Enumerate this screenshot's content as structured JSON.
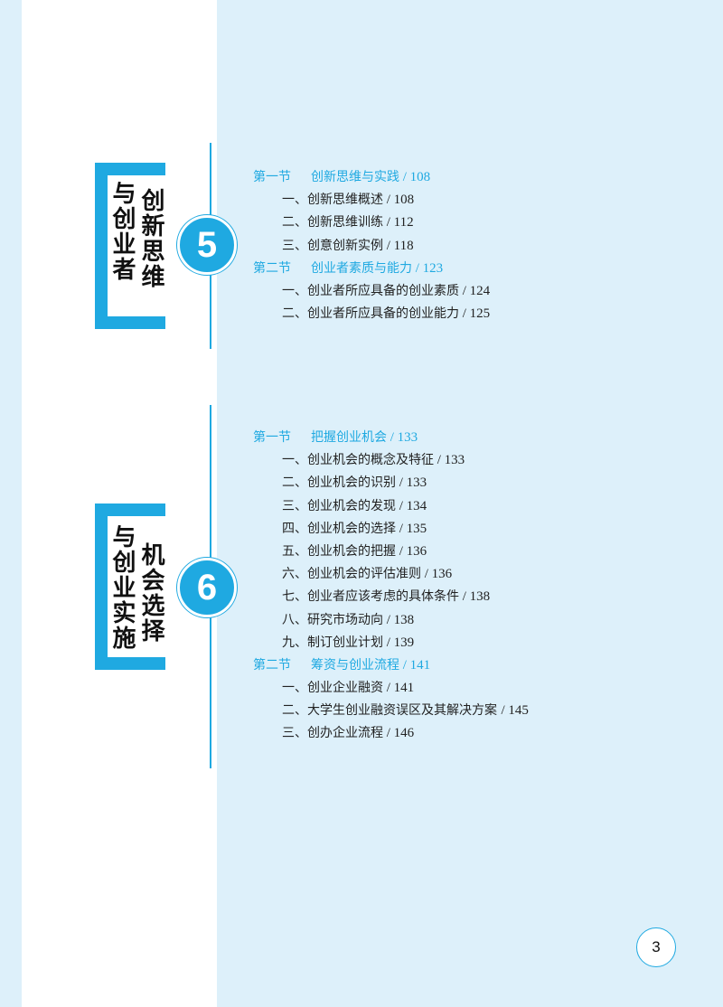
{
  "chapters": [
    {
      "number": "5",
      "title_line1": "创新思维",
      "title_line2": "与创业者",
      "sections": [
        {
          "label": "第一节",
          "title": "创新思维与实践",
          "page": "108",
          "items": [
            {
              "title": "一、创新思维概述",
              "page": "108"
            },
            {
              "title": "二、创新思维训练",
              "page": "112"
            },
            {
              "title": "三、创意创新实例",
              "page": "118"
            }
          ]
        },
        {
          "label": "第二节",
          "title": "创业者素质与能力",
          "page": "123",
          "items": [
            {
              "title": "一、创业者所应具备的创业素质",
              "page": "124"
            },
            {
              "title": "二、创业者所应具备的创业能力",
              "page": "125"
            }
          ]
        }
      ]
    },
    {
      "number": "6",
      "title_line1": "机会选择",
      "title_line2": "与创业实施",
      "sections": [
        {
          "label": "第一节",
          "title": "把握创业机会",
          "page": "133",
          "items": [
            {
              "title": "一、创业机会的概念及特征",
              "page": "133"
            },
            {
              "title": "二、创业机会的识别",
              "page": "133"
            },
            {
              "title": "三、创业机会的发现",
              "page": "134"
            },
            {
              "title": "四、创业机会的选择",
              "page": "135"
            },
            {
              "title": "五、创业机会的把握",
              "page": "136"
            },
            {
              "title": "六、创业机会的评估准则",
              "page": "136"
            },
            {
              "title": "七、创业者应该考虑的具体条件",
              "page": "138"
            },
            {
              "title": "八、研究市场动向",
              "page": "138"
            },
            {
              "title": "九、制订创业计划",
              "page": "139"
            }
          ]
        },
        {
          "label": "第二节",
          "title": "筹资与创业流程",
          "page": "141",
          "items": [
            {
              "title": "一、创业企业融资",
              "page": "141"
            },
            {
              "title": "二、大学生创业融资误区及其解决方案 ",
              "page": "145"
            },
            {
              "title": "三、创办企业流程",
              "page": "146"
            }
          ]
        }
      ]
    }
  ],
  "page_number": "3",
  "colors": {
    "accent": "#1fa9e1",
    "background": "#ddf0fa",
    "panel": "#ffffff"
  }
}
